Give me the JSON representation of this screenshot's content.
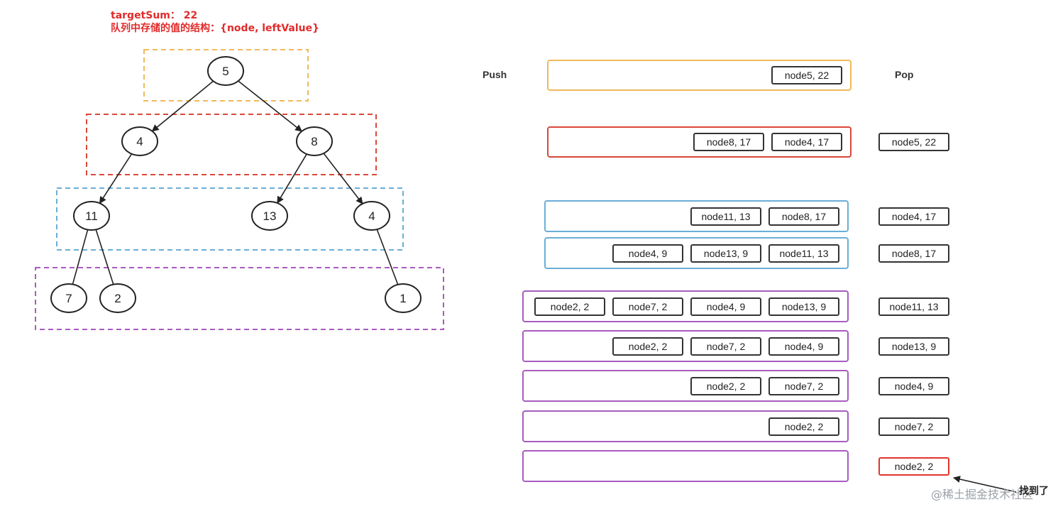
{
  "header": {
    "target_line": "targetSum： 22",
    "structure_line": "队列中存储的值的结构：{node, leftValue}"
  },
  "labels": {
    "push": "Push",
    "pop": "Pop",
    "found": "找到了"
  },
  "watermark": "@稀土掘金技术社区",
  "colors": {
    "level1": "#f0b95a",
    "level2": "#d9483b",
    "level3": "#6aaed6",
    "level4": "#a85cc0",
    "found": "#e0342b",
    "header": "#e02b2b"
  },
  "tree": {
    "nodes": [
      {
        "id": "n5",
        "value": "5",
        "level": 1
      },
      {
        "id": "n4a",
        "value": "4",
        "level": 2
      },
      {
        "id": "n8",
        "value": "8",
        "level": 2
      },
      {
        "id": "n11",
        "value": "11",
        "level": 3
      },
      {
        "id": "n13",
        "value": "13",
        "level": 3
      },
      {
        "id": "n4b",
        "value": "4",
        "level": 3
      },
      {
        "id": "n7",
        "value": "7",
        "level": 4
      },
      {
        "id": "n2",
        "value": "2",
        "level": 4
      },
      {
        "id": "n1",
        "value": "1",
        "level": 4
      }
    ],
    "edges": [
      {
        "from": "n5",
        "to": "n4a",
        "arrow": true
      },
      {
        "from": "n5",
        "to": "n8",
        "arrow": true
      },
      {
        "from": "n4a",
        "to": "n11",
        "arrow": true
      },
      {
        "from": "n8",
        "to": "n13",
        "arrow": true
      },
      {
        "from": "n8",
        "to": "n4b",
        "arrow": true
      },
      {
        "from": "n11",
        "to": "n7",
        "arrow": false
      },
      {
        "from": "n11",
        "to": "n2",
        "arrow": false
      },
      {
        "from": "n4b",
        "to": "n1",
        "arrow": false
      }
    ]
  },
  "queue_steps": [
    {
      "level": 1,
      "queue": [
        "node5, 22"
      ],
      "pop": ""
    },
    {
      "level": 2,
      "queue": [
        "node8, 17",
        "node4, 17"
      ],
      "pop": "node5, 22"
    },
    {
      "level": 3,
      "queue": [
        "node11, 13",
        "node8, 17"
      ],
      "pop": "node4, 17"
    },
    {
      "level": 3,
      "queue": [
        "node4, 9",
        "node13, 9",
        "node11, 13"
      ],
      "pop": "node8, 17"
    },
    {
      "level": 4,
      "queue": [
        "node2, 2",
        "node7, 2",
        "node4, 9",
        "node13, 9"
      ],
      "pop": "node11, 13"
    },
    {
      "level": 4,
      "queue": [
        "node2, 2",
        "node7, 2",
        "node4, 9"
      ],
      "pop": "node13, 9"
    },
    {
      "level": 4,
      "queue": [
        "node2, 2",
        "node7, 2"
      ],
      "pop": "node4, 9"
    },
    {
      "level": 4,
      "queue": [
        "node2, 2"
      ],
      "pop": "node7, 2"
    },
    {
      "level": 4,
      "queue": [],
      "pop": "node2, 2",
      "found": true
    }
  ]
}
